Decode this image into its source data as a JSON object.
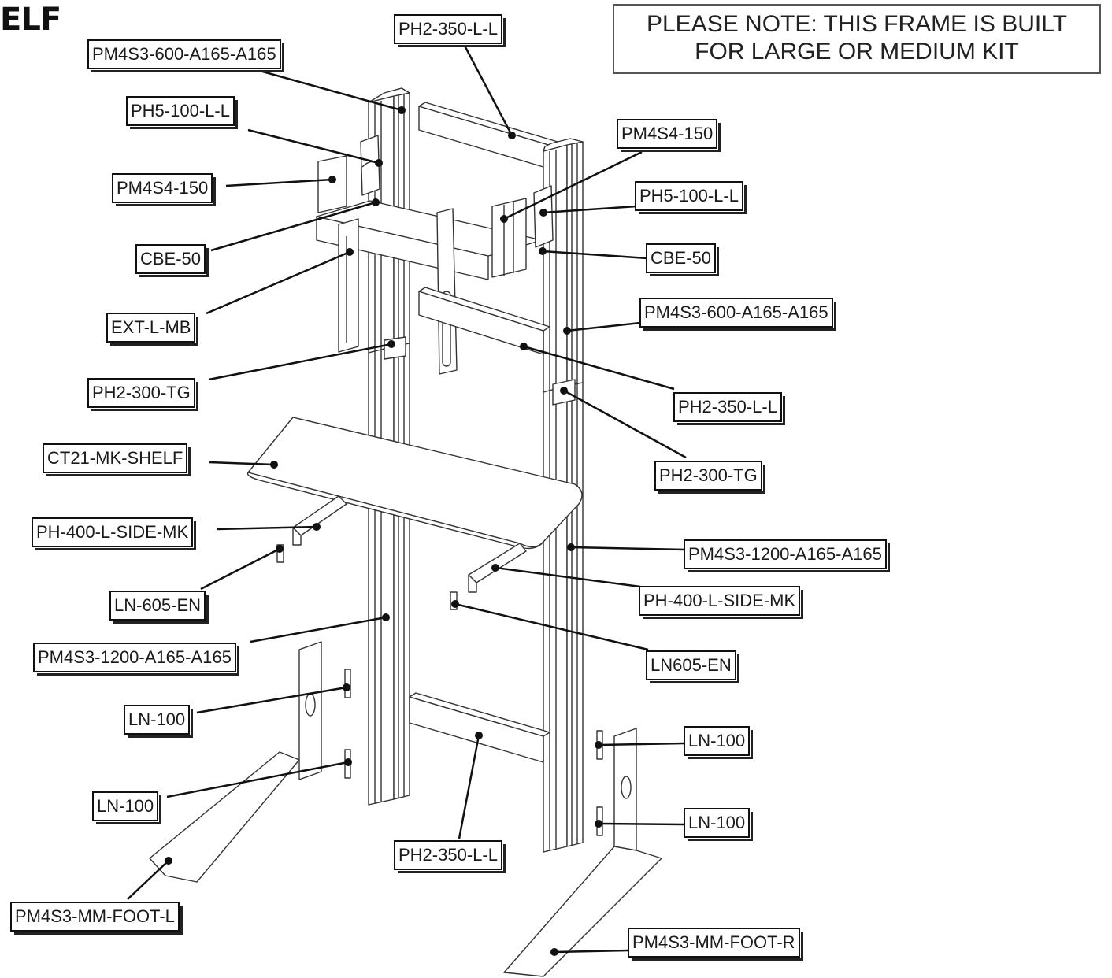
{
  "heading_fragment": "ELF",
  "note": {
    "line1": "PLEASE NOTE: THIS FRAME IS BUILT",
    "line2": "FOR LARGE OR MEDIUM KIT"
  },
  "callouts": [
    {
      "id": "pm4s3-600-left",
      "text": "PM4S3-600-A165-A165"
    },
    {
      "id": "ph2-350-top",
      "text": "PH2-350-L-L"
    },
    {
      "id": "ph5-100-left",
      "text": "PH5-100-L-L"
    },
    {
      "id": "pm4s4-150-left",
      "text": "PM4S4-150"
    },
    {
      "id": "cbe-50-left",
      "text": "CBE-50"
    },
    {
      "id": "ext-l-mb",
      "text": "EXT-L-MB"
    },
    {
      "id": "ph2-300-tg-left",
      "text": "PH2-300-TG"
    },
    {
      "id": "ct21-mk-shelf",
      "text": "CT21-MK-SHELF"
    },
    {
      "id": "ph-400-side-left",
      "text": "PH-400-L-SIDE-MK"
    },
    {
      "id": "ln-605-en-left",
      "text": "LN-605-EN"
    },
    {
      "id": "pm4s3-1200-left",
      "text": "PM4S3-1200-A165-A165"
    },
    {
      "id": "ln-100-left-upper",
      "text": "LN-100"
    },
    {
      "id": "ln-100-left-lower",
      "text": "LN-100"
    },
    {
      "id": "pm4s3-mm-foot-l",
      "text": "PM4S3-MM-FOOT-L"
    },
    {
      "id": "pm4s4-150-right",
      "text": "PM4S4-150"
    },
    {
      "id": "ph5-100-right",
      "text": "PH5-100-L-L"
    },
    {
      "id": "cbe-50-right",
      "text": "CBE-50"
    },
    {
      "id": "pm4s3-600-right",
      "text": "PM4S3-600-A165-A165"
    },
    {
      "id": "ph2-350-middle",
      "text": "PH2-350-L-L"
    },
    {
      "id": "ph2-300-tg-right",
      "text": "PH2-300-TG"
    },
    {
      "id": "pm4s3-1200-right",
      "text": "PM4S3-1200-A165-A165"
    },
    {
      "id": "ph-400-side-right",
      "text": "PH-400-L-SIDE-MK"
    },
    {
      "id": "ln605-en-right",
      "text": "LN605-EN"
    },
    {
      "id": "ln-100-right-upper",
      "text": "LN-100"
    },
    {
      "id": "ln-100-right-lower",
      "text": "LN-100"
    },
    {
      "id": "ph2-350-bottom",
      "text": "PH2-350-L-L"
    },
    {
      "id": "pm4s3-mm-foot-r",
      "text": "PM4S3-MM-FOOT-R"
    }
  ]
}
